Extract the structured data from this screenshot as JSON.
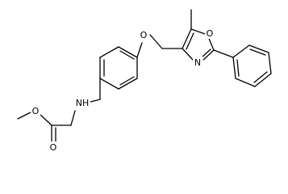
{
  "molecule": {
    "atom_labels": {
      "ether_oxygen": "O",
      "oxazole_oxygen": "O",
      "oxazole_nitrogen": "N",
      "amine": "NH",
      "ester_oxygen": "O",
      "carbonyl_oxygen": "O"
    }
  }
}
